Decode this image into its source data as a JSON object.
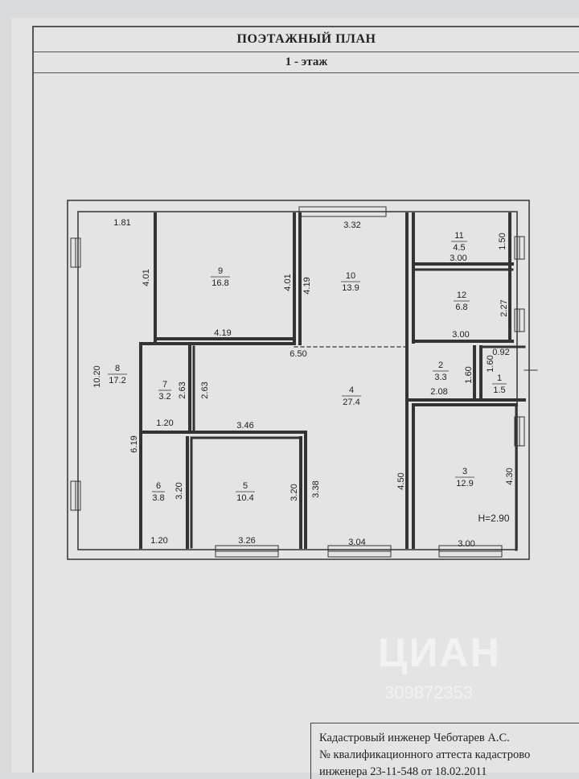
{
  "header": {
    "title": "ПОЭТАЖНЫЙ ПЛАН",
    "floor": "1 - этаж"
  },
  "rooms": [
    {
      "id": "room-1",
      "number": "1",
      "area": "1.5"
    },
    {
      "id": "room-2",
      "number": "2",
      "area": "3.3"
    },
    {
      "id": "room-3",
      "number": "3",
      "area": "12.9"
    },
    {
      "id": "room-4",
      "number": "4",
      "area": "27.4"
    },
    {
      "id": "room-5",
      "number": "5",
      "area": "10.4"
    },
    {
      "id": "room-6",
      "number": "6",
      "area": "3.8"
    },
    {
      "id": "room-7",
      "number": "7",
      "area": "3.2"
    },
    {
      "id": "room-8",
      "number": "8",
      "area": "17.2"
    },
    {
      "id": "room-9",
      "number": "9",
      "area": "16.8"
    },
    {
      "id": "room-10",
      "number": "10",
      "area": "13.9"
    },
    {
      "id": "room-11",
      "number": "11",
      "area": "4.5"
    },
    {
      "id": "room-12",
      "number": "12",
      "area": "6.8"
    }
  ],
  "dimensions": [
    "1.81",
    "3.32",
    "1.50",
    "3.00",
    "4.01",
    "4.19",
    "4.01",
    "4.19",
    "6.50",
    "2.27",
    "3.00",
    "0.92",
    "1.60",
    "1.60",
    "2.08",
    "10.20",
    "2.63",
    "2.63",
    "1.20",
    "3.46",
    "6.19",
    "3.20",
    "3.20",
    "3.38",
    "4.50",
    "4.30",
    "1.20",
    "3.26",
    "3.04",
    "3.00"
  ],
  "ceiling_height": "H=2.90",
  "watermark": {
    "brand": "ЦИАН",
    "id": "309872353"
  },
  "stamp": {
    "line1": "Кадастровый инженер Чеботарев А.С.",
    "line2": "№ квалификационного аттеста кадастрово",
    "line3": "инженера 23-11-548 от 18.02.2011"
  }
}
